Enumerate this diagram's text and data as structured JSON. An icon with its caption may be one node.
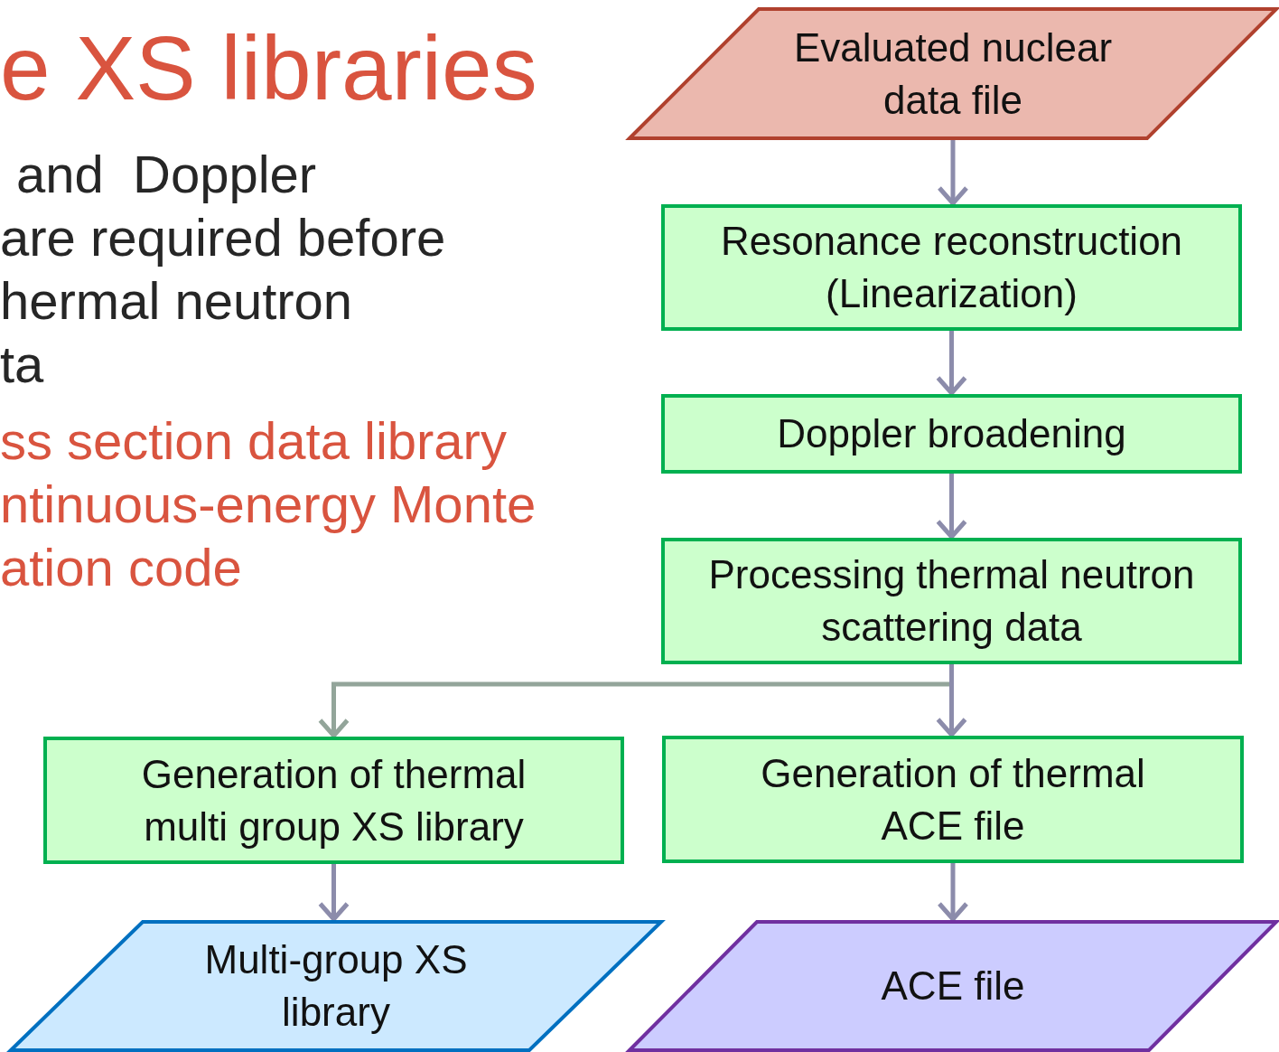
{
  "diagram": {
    "nodes": [
      {
        "text": [
          "Evaluated nuclear data file"
        ]
      },
      {
        "text": [
          "Resonance reconstruction (Linearization)"
        ]
      },
      {
        "text": [
          "Doppler broadening"
        ]
      },
      {
        "text": [
          "Processing thermal neutron scattering data"
        ]
      },
      {
        "text": [
          "Generation of thermal multi group XS library"
        ]
      },
      {
        "text": [
          "Generation of thermal ACE file"
        ]
      },
      {
        "text": [
          "Multi-group XS library"
        ]
      },
      {
        "text": [
          "ACE file"
        ]
      }
    ],
    "edges": [
      {
        "from": 0,
        "to": 1,
        "arrow": "to"
      },
      {
        "from": 1,
        "to": 2,
        "arrow": "to"
      },
      {
        "from": 2,
        "to": 3,
        "arrow": "to"
      },
      {
        "from": 3,
        "to": 4,
        "arrow": "to",
        "color": "#93a59a"
      },
      {
        "from": 3,
        "to": 5,
        "arrow": "to"
      },
      {
        "from": 4,
        "to": 6,
        "arrow": "to"
      },
      {
        "from": 5,
        "to": 7,
        "arrow": "to"
      }
    ],
    "labels": [
      "e XS libraries",
      "and  Doppler",
      "are required before",
      "hermal neutron",
      "ta",
      "ss section data library",
      "ntinuous-energy Monte",
      "ation code"
    ]
  }
}
